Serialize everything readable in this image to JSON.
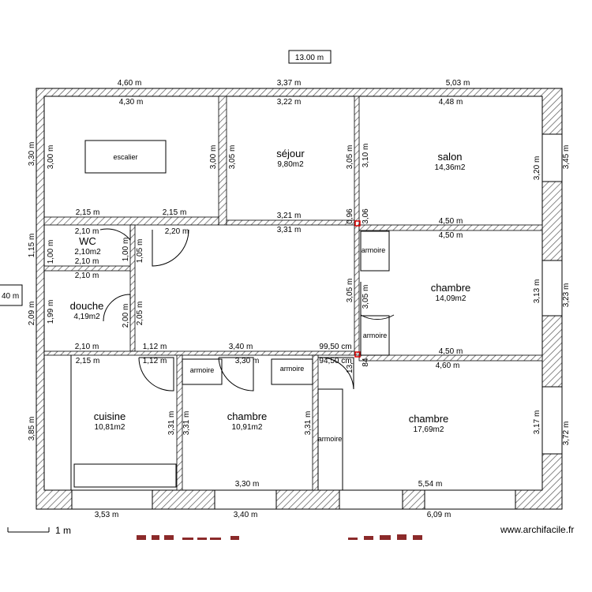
{
  "plan": {
    "total_width": "13.00 m",
    "left_total": "40 m",
    "scale_label": "1 m",
    "credit": "www.archifacile.fr",
    "hatch_color": "#555555",
    "wall_color": "#000000"
  },
  "rooms": {
    "escalier": "escalier",
    "sejour": {
      "name": "séjour",
      "area": "9,80m2"
    },
    "salon": {
      "name": "salon",
      "area": "14,36m2"
    },
    "wc": {
      "name": "WC",
      "area": "2,10m2"
    },
    "douche": {
      "name": "douche",
      "area": "4,19m2"
    },
    "chambre1": {
      "name": "chambre",
      "area": "14,09m2"
    },
    "cuisine": {
      "name": "cuisine",
      "area": "10,81m2"
    },
    "chambre2": {
      "name": "chambre",
      "area": "10,91m2"
    },
    "chambre3": {
      "name": "chambre",
      "area": "17,69m2"
    }
  },
  "fixtures": {
    "armoire": "armoire"
  },
  "dims": {
    "top_ext_1": "4,60 m",
    "top_ext_2": "3,37 m",
    "top_ext_3": "5,03 m",
    "top_int_1": "4,30 m",
    "top_int_2": "3,22 m",
    "top_int_3": "4,48 m",
    "left_ext_1": "3,30 m",
    "left_ext_2": "1,15 m",
    "left_ext_3": "2,09 m",
    "left_ext_4": "3,85 m",
    "esc_h_l": "3,00 m",
    "esc_h_r": "3,00 m",
    "sej_h_l": "3,05 m",
    "sej_h_r": "3,05 m",
    "sal_h_l": "3,10 m",
    "sal_h_r": "3,20 m",
    "right_ext_1": "3,45 m",
    "esc_b_l": "2,15 m",
    "esc_b_r": "2,15 m",
    "sej_b": "3,21 m",
    "sal_b": "4,50 m",
    "hall_t": "3,31 m",
    "ch1_t": "4,50 m",
    "cut_a": "0,96",
    "cut_b": "3,06",
    "wc_t": "2,10 m",
    "wc_b": "2,10 m",
    "wc_h_l": "1,00 m",
    "wc_h_r": "1,00 m",
    "hall_w": "2,20 m",
    "hall_h": "1,05 m",
    "do_t": "2,10 m",
    "do_b": "2,10 m",
    "do_h_l": "1,99 m",
    "do_h_r": "2,00 m",
    "hall_h2": "2,05 m",
    "ch1_h_l": "3,05 m",
    "ch1_h_l2": "3,05 m",
    "ch1_h_r": "3,13 m",
    "right_ext_2": "3,23 m",
    "hall_b_1": "1,12 m",
    "hall_b_2": "3,40 m",
    "hall_b_3": "99,50 cm",
    "ch1_b": "4,50 m",
    "cu_t": "2,15 m",
    "door_t": "1,12 m",
    "ch2_t": "3,30 m",
    "ar_t": "94,50 cm",
    "ch3_t": "4,60 m",
    "cut_c": "13,",
    "cut_d": "84",
    "cu_h": "3,31 m",
    "ch2_h_l": "3,31 m",
    "ch2_h_r": "3,31 m",
    "ch3_h_r": "3,17 m",
    "right_ext_3": "3,72 m",
    "ch2_b": "3,30 m",
    "ch3_b": "5,54 m",
    "bot_ext_1": "3,53 m",
    "bot_ext_2": "3,40 m",
    "bot_ext_3": "6,09 m"
  }
}
